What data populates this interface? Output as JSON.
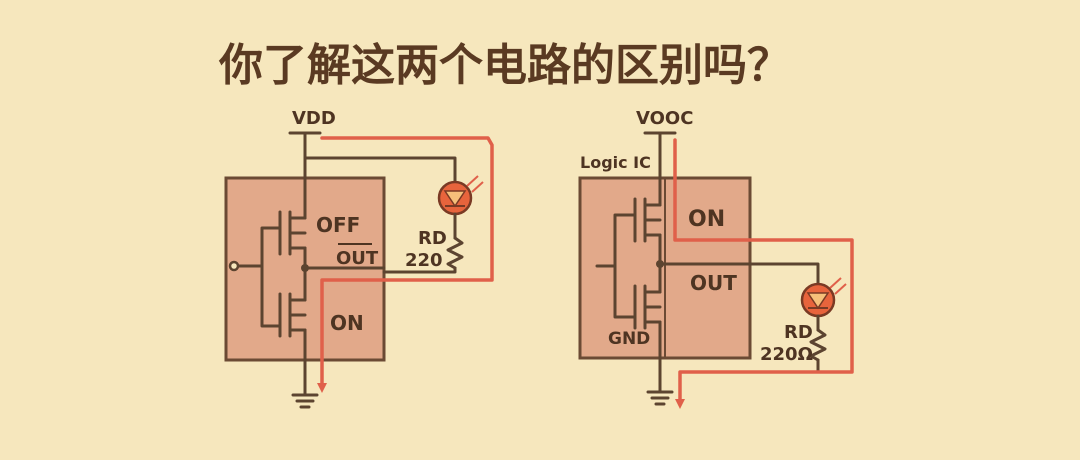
{
  "title": "你了解这两个电路的区别吗？",
  "left_circuit": {
    "supply_label": "VDD",
    "upper_fet_state": "OFF",
    "output_label": "OUT",
    "lower_fet_state": "ON",
    "resistor_label": "RD",
    "resistor_value": "220"
  },
  "right_circuit": {
    "supply_label": "VOOC",
    "ic_label": "Logic IC",
    "upper_fet_state": "ON",
    "output_label": "OUT",
    "ground_label": "GND",
    "resistor_label": "RD",
    "resistor_value": "220Ω"
  },
  "colors": {
    "background": "#f6e7bd",
    "chip": "#e2a98a",
    "wire": "#5c4430",
    "current_flow": "#e0604a",
    "led": "#e8643c"
  }
}
